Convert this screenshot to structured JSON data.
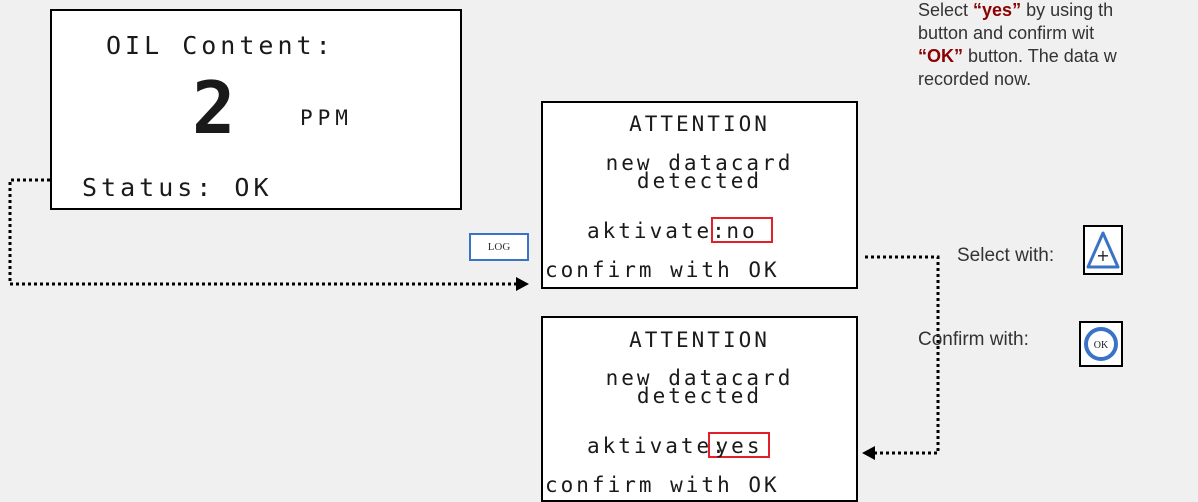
{
  "oil_screen": {
    "title": "OIL Content:",
    "value": "2",
    "unit": "PPM",
    "status": "Status: OK"
  },
  "log_button": {
    "label": "LOG"
  },
  "attention_no": {
    "title": "ATTENTION",
    "line1": "new datacard",
    "line2": "detected",
    "activate_label": "aktivate:",
    "activate_value": "no",
    "confirm": "confirm with OK"
  },
  "attention_yes": {
    "title": "ATTENTION",
    "line1": "new datacard",
    "line2": "detected",
    "activate_label": "aktivate:",
    "activate_value": "yes",
    "confirm": "confirm with OK"
  },
  "instructions": {
    "p1_a": "Select ",
    "p1_yes": "“yes”",
    "p1_b": " by using th",
    "line2": "button and confirm wit",
    "line3_ok": "“OK”",
    "line3_b": " button. The data w",
    "line4": "recorded now.",
    "select_with": "Select with:",
    "confirm_with": "Confirm with:"
  },
  "icons": {
    "plus_button": "plus-triangle-icon",
    "ok_button": "ok-circle-icon",
    "plus_glyph": "+",
    "ok_glyph": "OK"
  },
  "colors": {
    "highlight": "#e0202a",
    "button_blue": "#3a73c6",
    "emphasis": "#8b0000"
  }
}
